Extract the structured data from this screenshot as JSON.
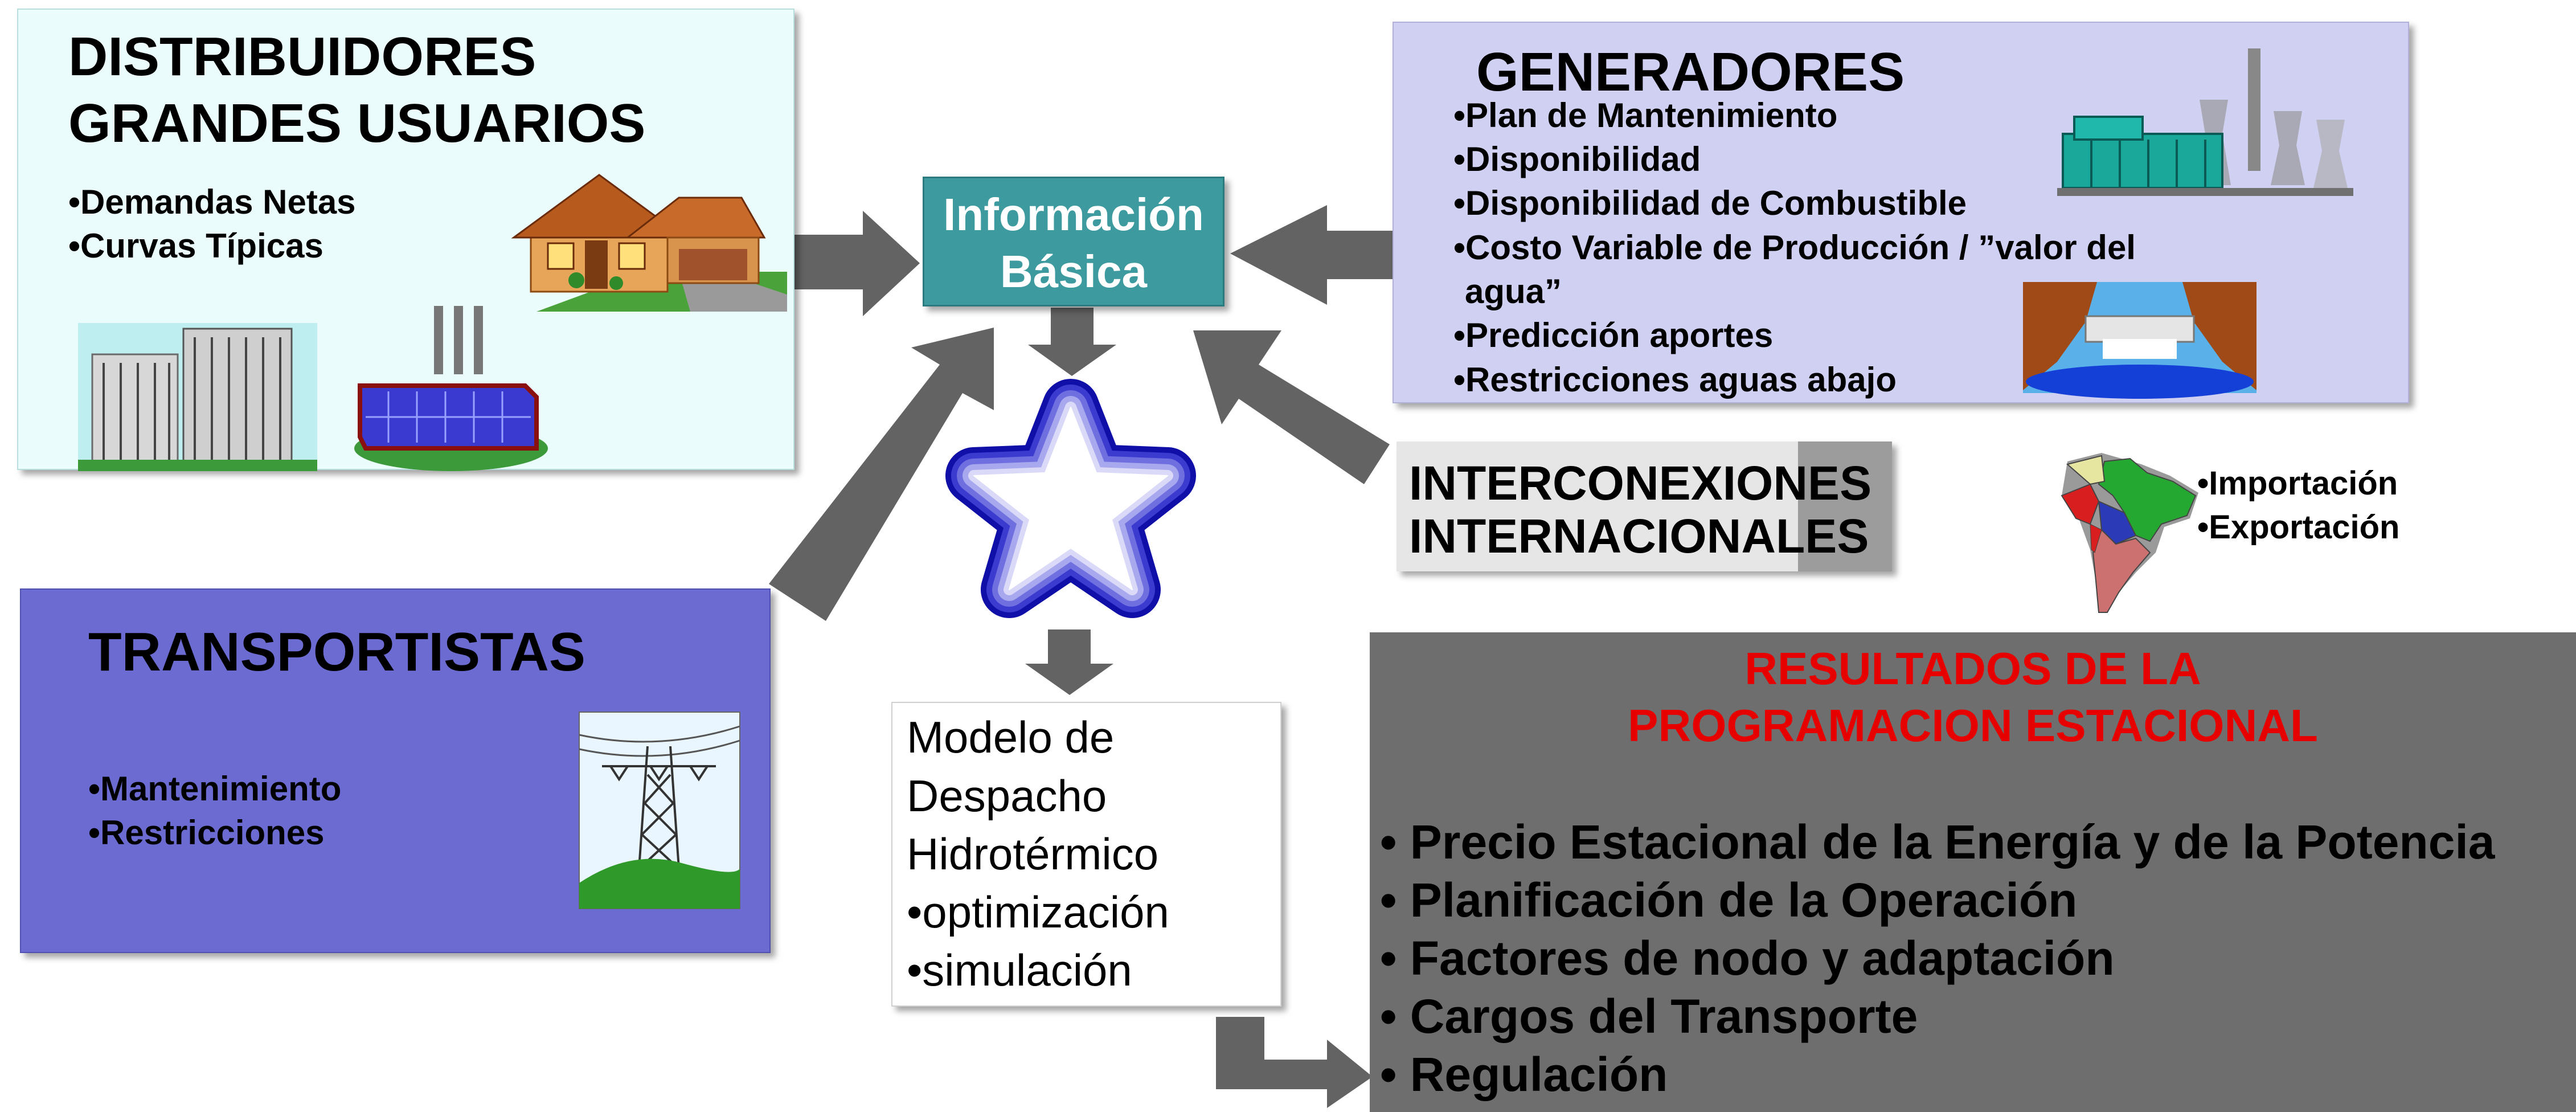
{
  "distribuidores": {
    "title_line1": "DISTRIBUIDORES",
    "title_line2": "GRANDES USUARIOS",
    "items": [
      "•Demandas Netas",
      "•Curvas Típicas"
    ]
  },
  "informacion": {
    "line1": "Información",
    "line2": "Básica"
  },
  "generadores": {
    "title": "GENERADORES",
    "items": [
      "•Plan de Mantenimiento",
      "•Disponibilidad",
      "•Disponibilidad de Combustible",
      "•Costo Variable de Producción / ”valor del",
      "agua”",
      "•Predicción aportes",
      "•Restricciones aguas abajo"
    ]
  },
  "interconexiones": {
    "line1": "INTERCONEXIONES",
    "line2": "INTERNACIONALES",
    "items": [
      "•Importación",
      "•Exportación"
    ]
  },
  "transportistas": {
    "title": "TRANSPORTISTAS",
    "items": [
      "•Mantenimiento",
      "•Restricciones"
    ]
  },
  "modelo": {
    "lines": [
      "Modelo de",
      "Despacho",
      "Hidrotérmico",
      "•optimización",
      "•simulación"
    ]
  },
  "resultados": {
    "title_line1": "RESULTADOS DE LA",
    "title_line2": "PROGRAMACION ESTACIONAL",
    "items": [
      "• Precio Estacional de la Energía y de la Potencia",
      "• Planificación de la Operación",
      "• Factores de nodo y adaptación",
      "• Cargos del Transporte",
      "• Regulación"
    ]
  },
  "colors": {
    "distribuidores_bg": "#eafcfc",
    "informacion_bg": "#3d9a9e",
    "generadores_bg": "#d0d0f2",
    "transportistas_bg": "#6b6bd1",
    "resultados_bg": "#6e6e6e",
    "resultados_title": "#e60000",
    "arrow": "#636363",
    "star": "#1010a8"
  }
}
